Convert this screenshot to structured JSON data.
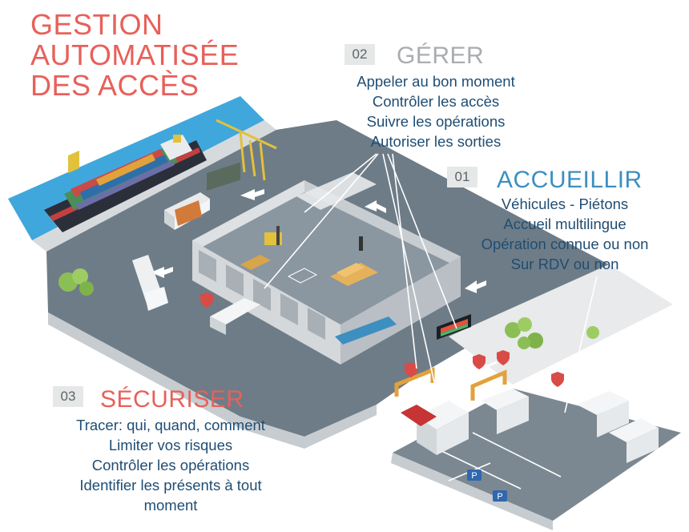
{
  "title": {
    "lines": [
      "GESTION",
      "AUTOMATISÉE",
      "DES ACCÈS"
    ]
  },
  "sections": {
    "gerer": {
      "number": "02",
      "title": "GÉRER",
      "items": [
        "Appeler au bon moment",
        "Contrôler les accès",
        "Suivre les opérations",
        "Autoriser les sorties"
      ]
    },
    "accueillir": {
      "number": "01",
      "title": "ACCUEILLIR",
      "items": [
        "Véhicules - Piétons",
        "Accueil multilingue",
        "Opération connue ou non",
        "Sur RDV ou non"
      ]
    },
    "securiser": {
      "number": "03",
      "title": "SÉCURISER",
      "items": [
        "Tracer: qui, quand, comment",
        "Limiter vos risques",
        "Contrôler les opérations",
        "Identifier les présents à tout",
        "moment"
      ]
    }
  },
  "colors": {
    "accent_red": "#e8605a",
    "accueillir_blue": "#3d8fc0",
    "gerer_gray": "#a9adb0",
    "text_navy": "#1f4d73",
    "water": "#40a7dd",
    "asphalt": "#6e7c87",
    "parking_asphalt": "#7c8891"
  },
  "icons": {
    "parking": "P"
  }
}
